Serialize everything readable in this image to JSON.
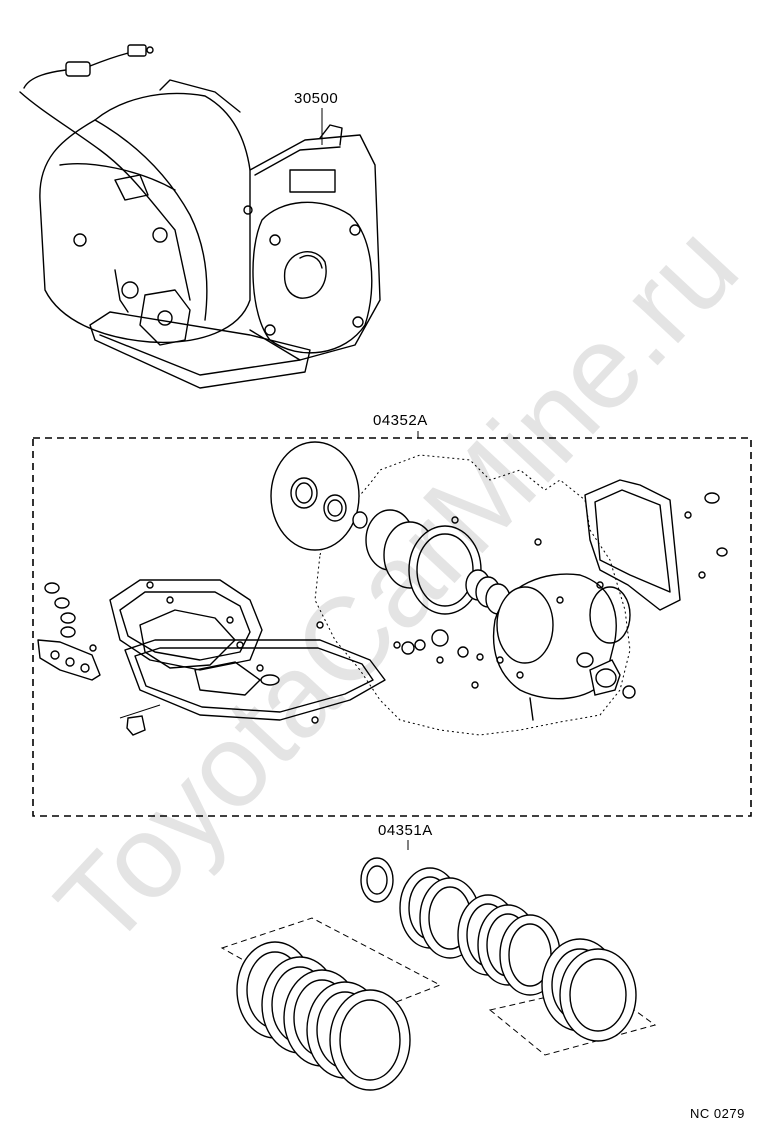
{
  "diagram": {
    "parts": [
      {
        "id": "transaxle-assembly",
        "part_number": "30500"
      },
      {
        "id": "overhaul-gasket-kit",
        "part_number": "04352A"
      },
      {
        "id": "overhaul-kit",
        "part_number": "04351A"
      }
    ],
    "footer_code": "NC  0279",
    "watermark": "ToyotaCarMine.ru"
  }
}
